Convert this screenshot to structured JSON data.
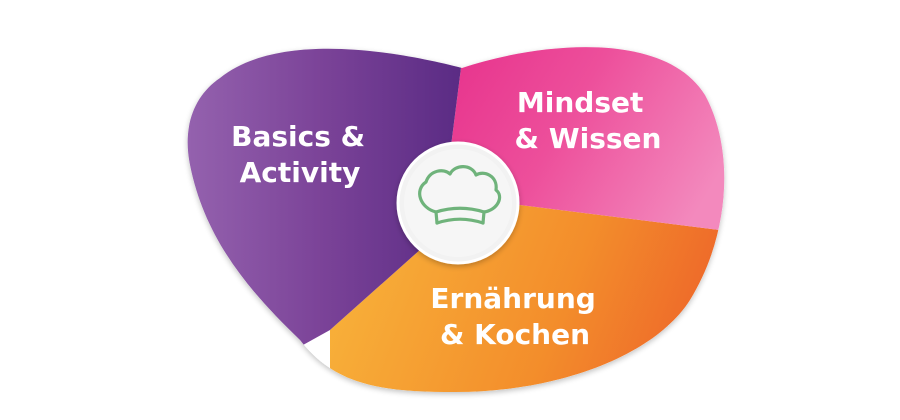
{
  "segments": [
    {
      "id": "basics-activity",
      "lines": [
        "Basics &",
        "Activity"
      ],
      "colors": [
        "#9b6ab4",
        "#7b4398",
        "#5a2b84"
      ]
    },
    {
      "id": "mindset-wissen",
      "lines": [
        "Mindset",
        "& Wissen"
      ],
      "colors": [
        "#e62e8a",
        "#ed4f9b",
        "#f389bd"
      ]
    },
    {
      "id": "ernaehrung-kochen",
      "lines": [
        "Ernährung",
        "& Kochen"
      ],
      "colors": [
        "#f8b23a",
        "#f38d2b",
        "#ec5a2a"
      ]
    }
  ],
  "center": {
    "icon": "chef-hat-icon",
    "icon_color": "#6fb37b",
    "badge_color": "#f2f2f2"
  }
}
